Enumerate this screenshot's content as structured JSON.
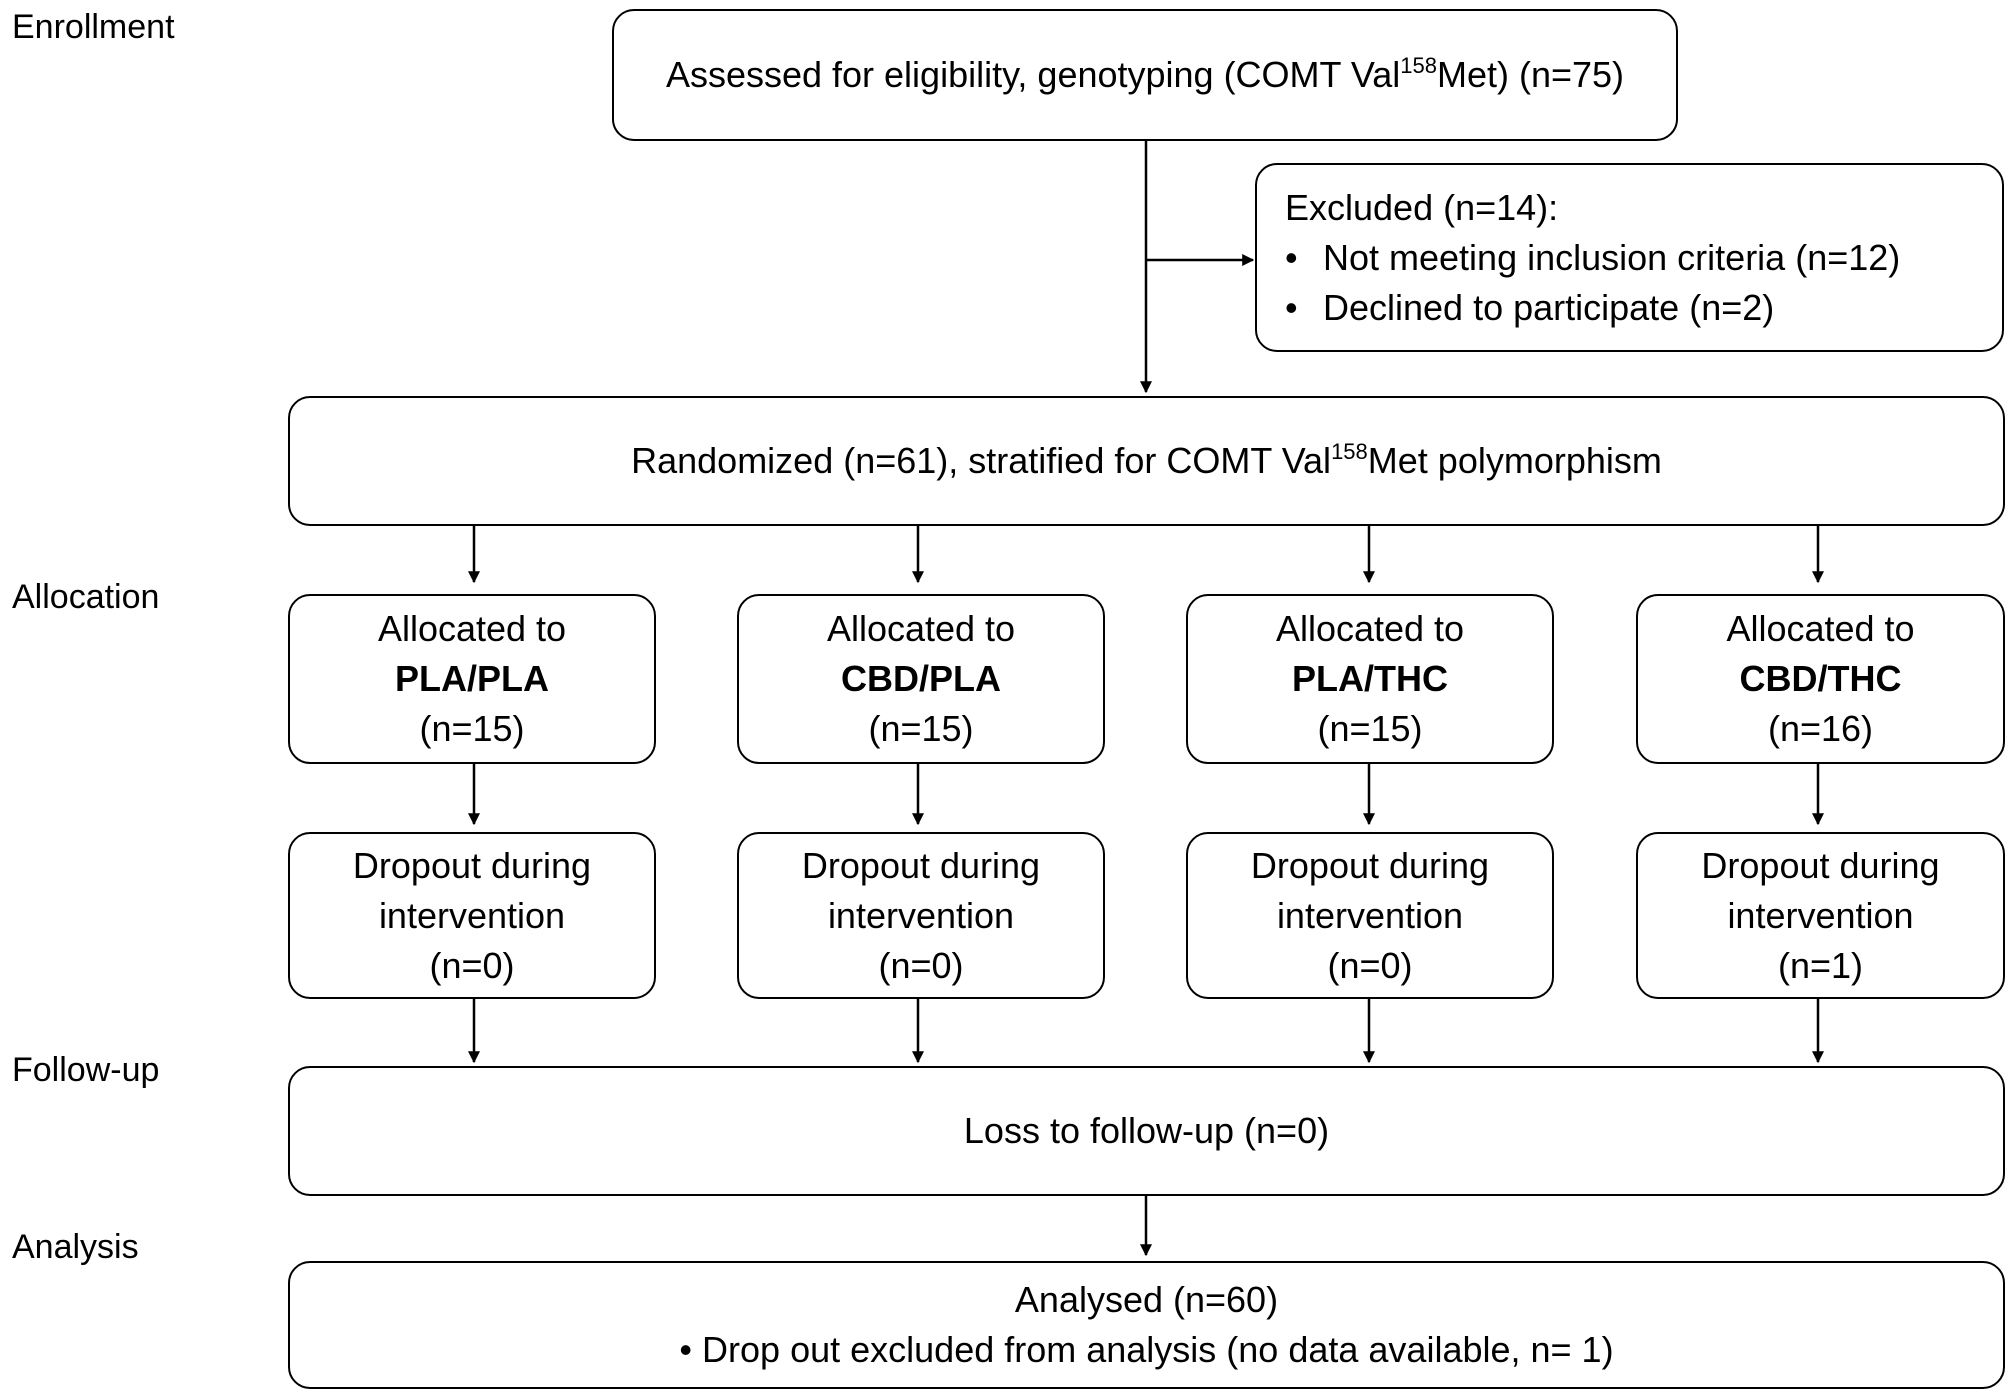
{
  "stages": {
    "enrollment": "Enrollment",
    "allocation": "Allocation",
    "follow_up": "Follow-up",
    "analysis": "Analysis"
  },
  "assessed": {
    "prefix": "Assessed for eligibility, genotyping (COMT Val",
    "sup": "158",
    "suffix": "Met) (n=75)"
  },
  "excluded": {
    "title": "Excluded (n=14):",
    "bullet": "•",
    "items": [
      "Not meeting inclusion criteria (n=12)",
      "Declined to participate (n=2)"
    ]
  },
  "randomized": {
    "prefix": "Randomized (n=61), stratified for COMT Val",
    "sup": "158",
    "suffix": "Met polymorphism"
  },
  "arms": [
    {
      "allocated_label": "Allocated to",
      "group": "PLA/PLA",
      "n": "(n=15)",
      "dropout_line1": "Dropout during",
      "dropout_line2": "intervention",
      "dropout_n": "(n=0)"
    },
    {
      "allocated_label": "Allocated to",
      "group": "CBD/PLA",
      "n": "(n=15)",
      "dropout_line1": "Dropout during",
      "dropout_line2": "intervention",
      "dropout_n": "(n=0)"
    },
    {
      "allocated_label": "Allocated to",
      "group": "PLA/THC",
      "n": "(n=15)",
      "dropout_line1": "Dropout during",
      "dropout_line2": "intervention",
      "dropout_n": "(n=0)"
    },
    {
      "allocated_label": "Allocated to",
      "group": "CBD/THC",
      "n": "(n=16)",
      "dropout_line1": "Dropout during",
      "dropout_line2": "intervention",
      "dropout_n": "(n=1)"
    }
  ],
  "follow_up": {
    "text": "Loss to follow-up (n=0)"
  },
  "analysed": {
    "title": "Analysed (n=60)",
    "bullet": "•",
    "note": "Drop out excluded from analysis (no data available, n= 1)"
  }
}
